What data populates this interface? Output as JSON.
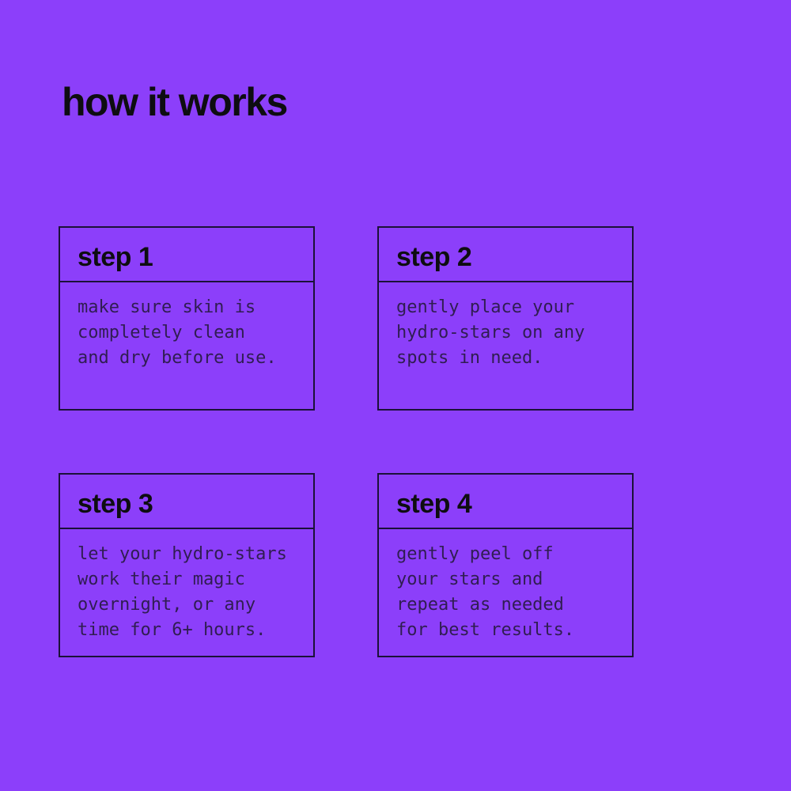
{
  "page": {
    "title": "how it works"
  },
  "theme": {
    "background_color": "#8c3ffa",
    "border_color": "#1b1139",
    "heading_color": "#0e0d11",
    "body_text_color": "#301d52"
  },
  "steps": [
    {
      "title": "step 1",
      "description": "make sure skin is\ncompletely clean\nand dry before use."
    },
    {
      "title": "step 2",
      "description": "gently place your\nhydro-stars on any\nspots in need."
    },
    {
      "title": "step 3",
      "description": "let your hydro-stars\nwork their magic\novernight, or any\ntime for 6+ hours."
    },
    {
      "title": "step 4",
      "description": "gently peel off\nyour stars and\nrepeat as needed\nfor best results."
    }
  ]
}
